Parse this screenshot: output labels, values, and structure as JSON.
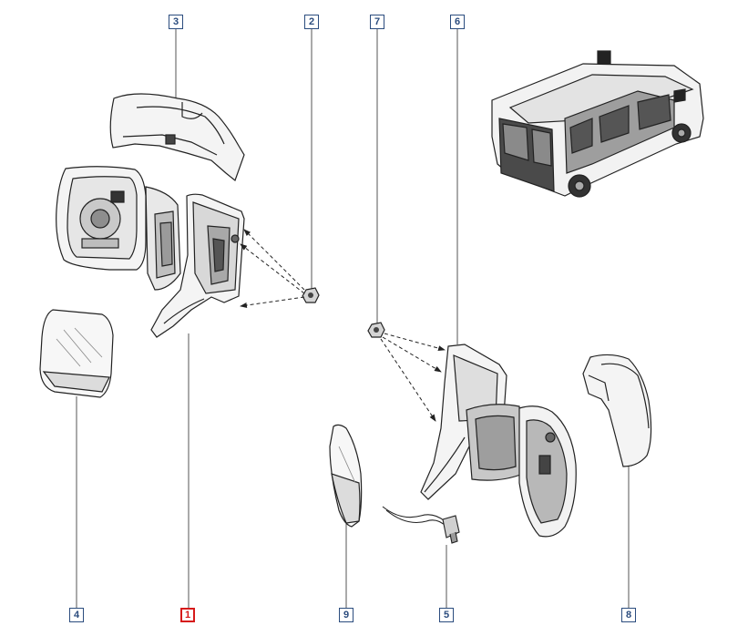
{
  "diagram": {
    "line_color": "#222222",
    "fill_color": "#f2f2f2",
    "shade_color": "#cfcfcf",
    "callout_color": "#2b4c7e",
    "highlight_color": "#d61a1a"
  },
  "callouts": {
    "c1": "1",
    "c2": "2",
    "c3": "3",
    "c4": "4",
    "c5": "5",
    "c6": "6",
    "c7": "7",
    "c8": "8",
    "c9": "9"
  },
  "highlighted_part": "1"
}
